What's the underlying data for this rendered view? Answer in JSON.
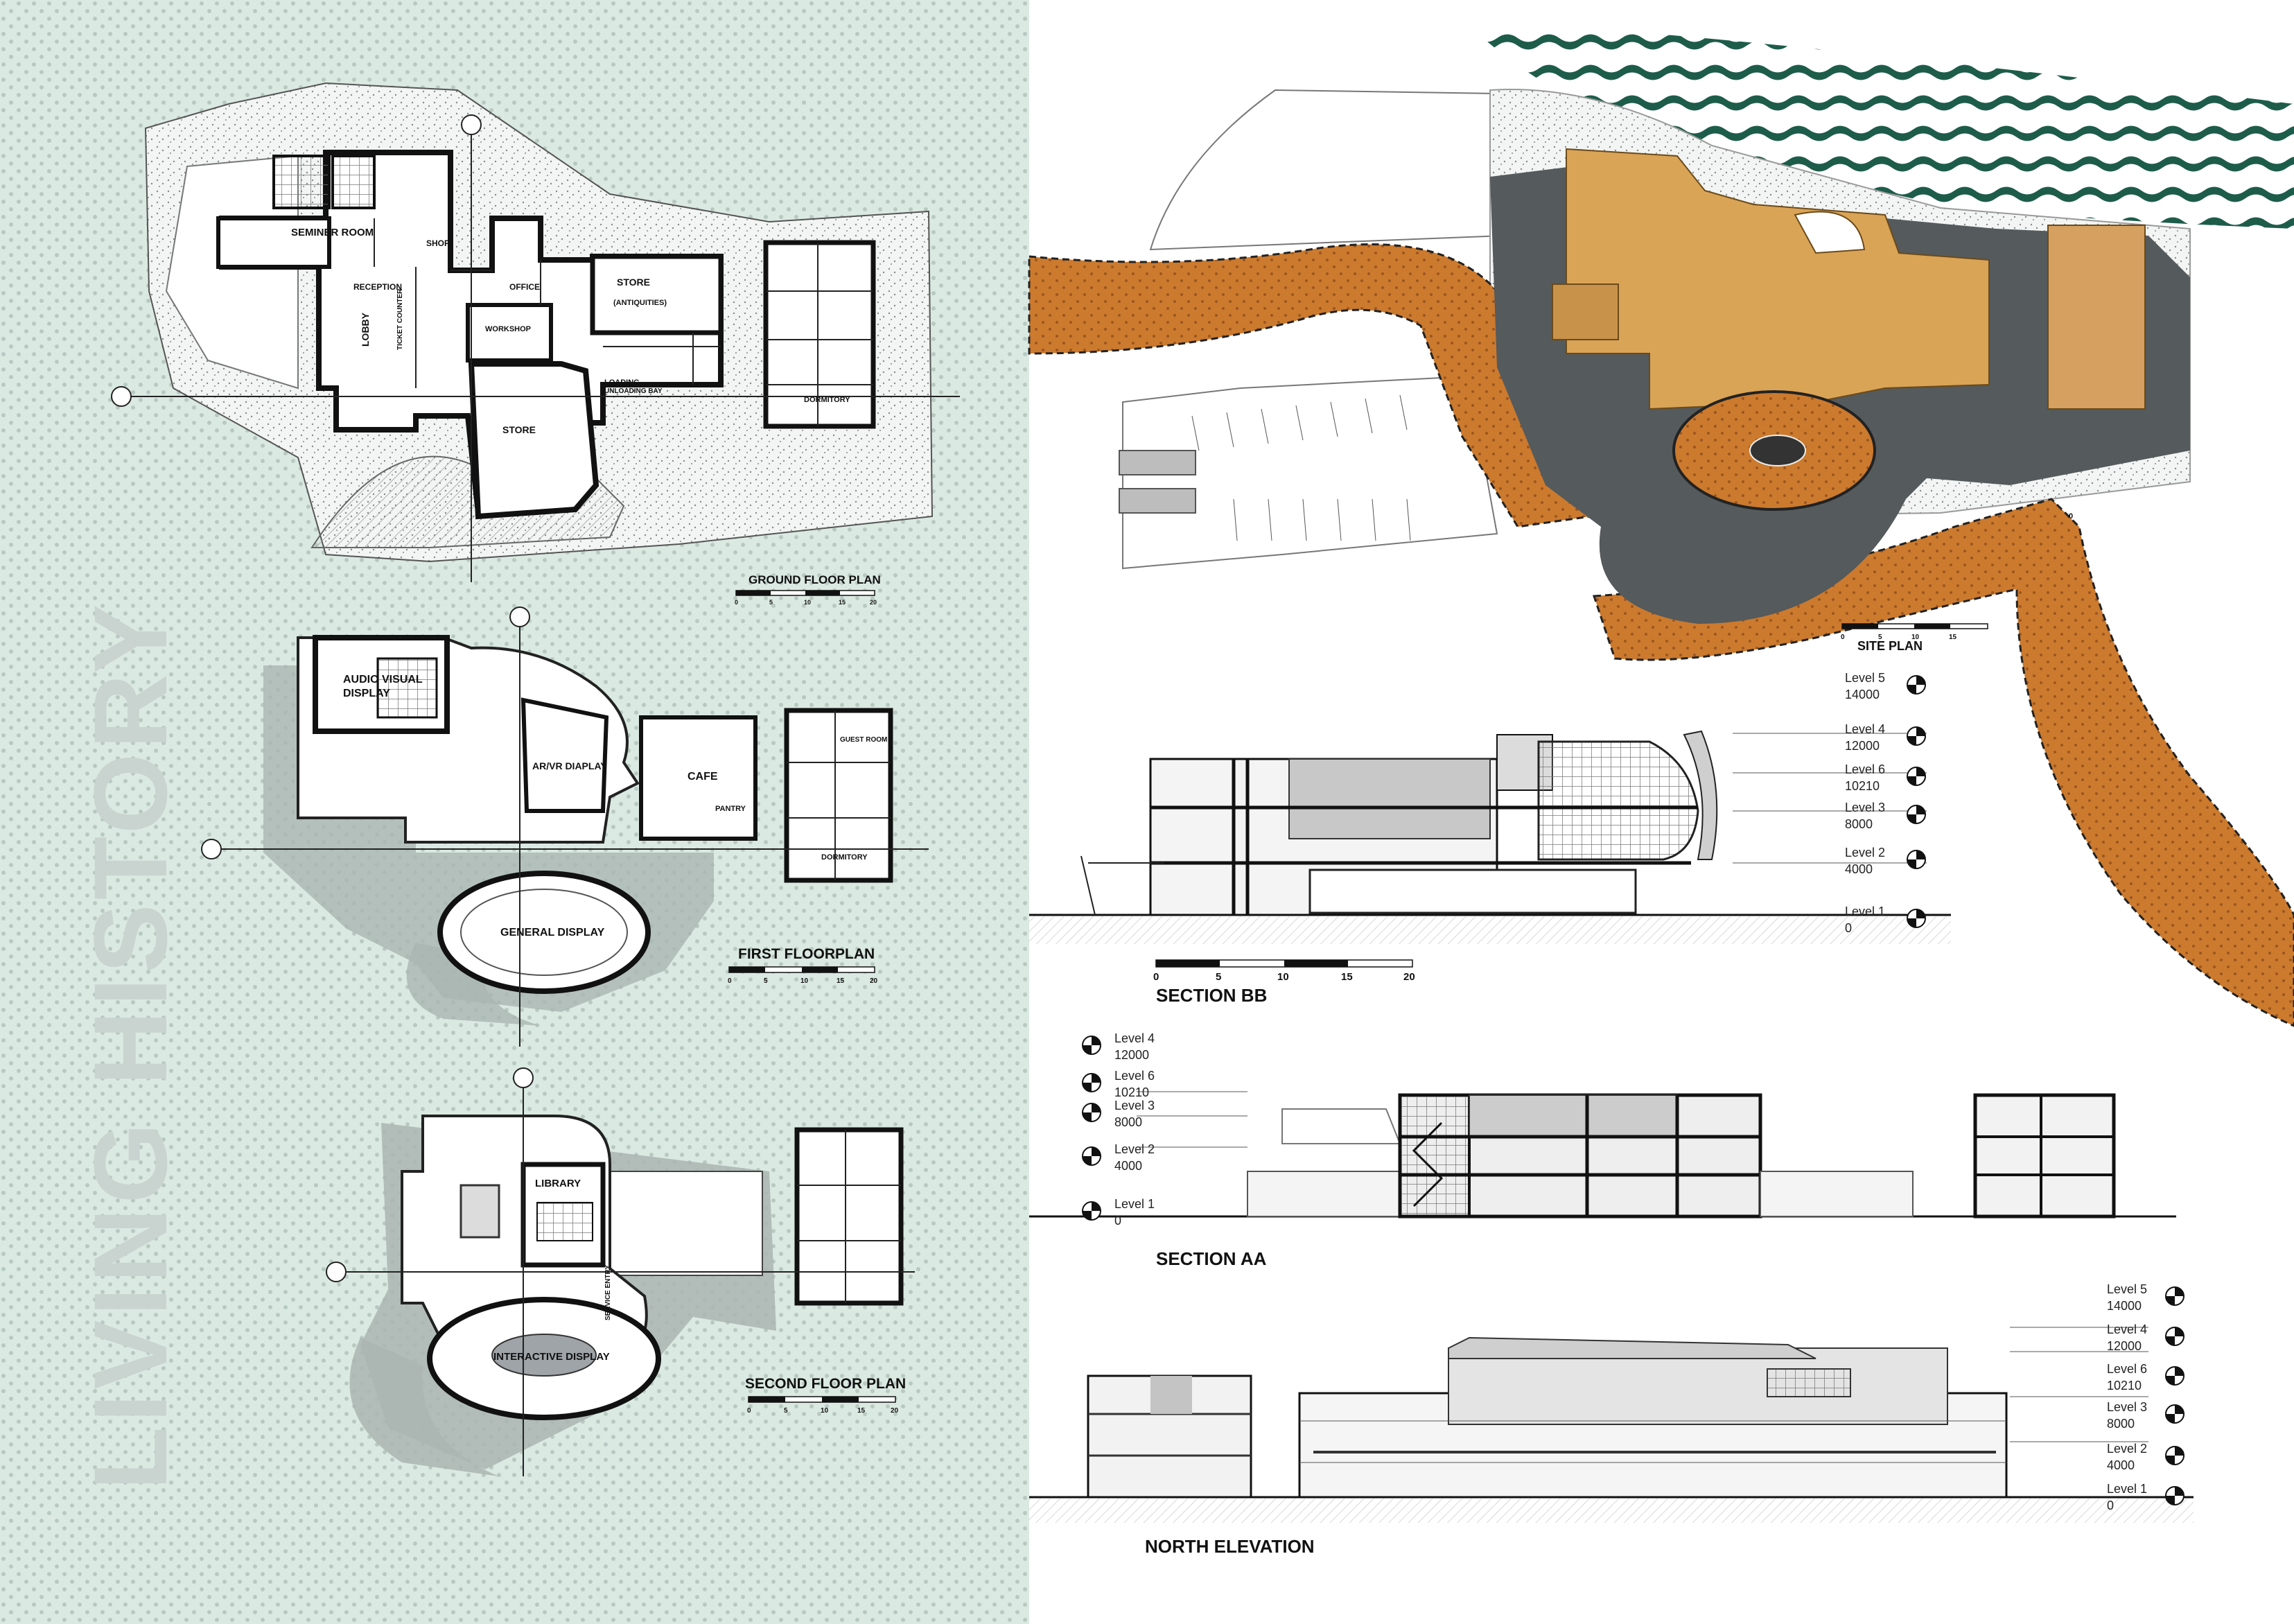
{
  "sheet": {
    "vertical_title": "LIVING HISTORY",
    "colors": {
      "left_panel": "#dbe9e3",
      "dots": "#a9bbb4",
      "path_orange": "#cc7a2e",
      "roof_tan": "#d9a456",
      "roof_dark": "#555a5c",
      "water_green": "#1e5c4a"
    }
  },
  "ground_floor": {
    "title": "GROUND FLOOR PLAN",
    "rooms": [
      "SEMINER ROOM",
      "SHOP",
      "RECEPTION",
      "LOBBY",
      "TICKET COUNTER",
      "OFFICE",
      "STORE",
      "(ANTIQUITIES)",
      "WORKSHOP",
      "STORE",
      "LOADING",
      "UNLOADING BAY",
      "DORMITORY"
    ],
    "scale": [
      "0",
      "5",
      "10",
      "15",
      "20"
    ]
  },
  "first_floor": {
    "title": "FIRST FLOORPLAN",
    "rooms": [
      "AUDIO VISUAL",
      "DISPLAY",
      "AR/VR DIAPLAY",
      "CAFE",
      "PANTRY",
      "GENERAL DISPLAY",
      "DORMITORY",
      "GUEST ROOM"
    ],
    "scale": [
      "0",
      "5",
      "10",
      "15",
      "20"
    ]
  },
  "second_floor": {
    "title": "SECOND FLOOR PLAN",
    "rooms": [
      "LIBRARY",
      "SERVICE ENTRY",
      "INTERACTIVE DISPLAY"
    ],
    "scale": [
      "0",
      "5",
      "10",
      "15",
      "20"
    ]
  },
  "site_plan": {
    "title": "SITE PLAN",
    "scale": [
      "0",
      "5",
      "10",
      "15"
    ],
    "note": "0"
  },
  "section_bb": {
    "title": "SECTION BB",
    "levels": [
      {
        "name": "Level 5",
        "value": "14000"
      },
      {
        "name": "Level 4",
        "value": "12000"
      },
      {
        "name": "Level 6",
        "value": "10210"
      },
      {
        "name": "Level 3",
        "value": "8000"
      },
      {
        "name": "Level 2",
        "value": "4000"
      },
      {
        "name": "Level 1",
        "value": "0"
      }
    ],
    "scale": [
      "0",
      "5",
      "10",
      "15",
      "20"
    ]
  },
  "section_aa": {
    "title": "SECTION AA",
    "levels": [
      {
        "name": "Level 4",
        "value": "12000"
      },
      {
        "name": "Level 6",
        "value": "10210"
      },
      {
        "name": "Level 3",
        "value": "8000"
      },
      {
        "name": "Level 2",
        "value": "4000"
      },
      {
        "name": "Level 1",
        "value": "0"
      }
    ]
  },
  "north_elevation": {
    "title": "NORTH ELEVATION",
    "levels": [
      {
        "name": "Level 5",
        "value": "14000"
      },
      {
        "name": "Level 4",
        "value": "12000"
      },
      {
        "name": "Level 6",
        "value": "10210"
      },
      {
        "name": "Level 3",
        "value": "8000"
      },
      {
        "name": "Level 2",
        "value": "4000"
      },
      {
        "name": "Level 1",
        "value": "0"
      }
    ]
  }
}
